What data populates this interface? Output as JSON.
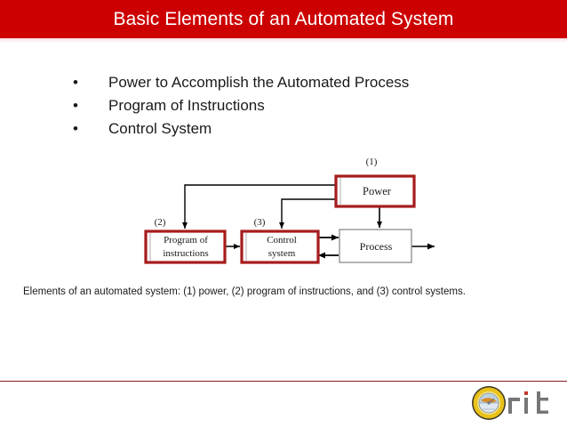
{
  "slide": {
    "header": {
      "title": "Basic Elements of an Automated System",
      "bg_color": "#cc0000",
      "text_color": "#ffffff"
    },
    "bullets": [
      {
        "marker": "•",
        "text": "Power to Accomplish the Automated Process"
      },
      {
        "marker": "•",
        "text": "Program of Instructions"
      },
      {
        "marker": "•",
        "text": "Control System"
      }
    ],
    "caption": "Elements of an automated system: (1) power, (2) program of instructions, and (3) control systems.",
    "footer": {
      "rule_color": "#8a1c28",
      "logo_text": "rit",
      "logo_text_color": "#767676",
      "logo_seal_outer_color": "#e8c21a",
      "logo_seal_inner_color": "#dfe8f0"
    }
  },
  "diagram": {
    "type": "block-flow",
    "accent_box_color": "#a61c1c",
    "plain_box_color": "#808080",
    "line_color": "#000000",
    "nodes": [
      {
        "id": "power",
        "label": "Power",
        "number": "(1)",
        "style": "accent"
      },
      {
        "id": "program",
        "label_line1": "Program of",
        "label_line2": "instructions",
        "number": "(2)",
        "style": "accent"
      },
      {
        "id": "control",
        "label_line1": "Control",
        "label_line2": "system",
        "number": "(3)",
        "style": "accent"
      },
      {
        "id": "process",
        "label": "Process",
        "number": "",
        "style": "plain"
      }
    ],
    "edges": [
      {
        "from": "power",
        "to": "program",
        "kind": "elbow-left-down"
      },
      {
        "from": "power",
        "to": "control",
        "kind": "elbow-left-down"
      },
      {
        "from": "power",
        "to": "process",
        "kind": "straight-down"
      },
      {
        "from": "program",
        "to": "control",
        "kind": "straight-right"
      },
      {
        "from": "control",
        "to": "process",
        "kind": "straight-right"
      },
      {
        "from": "process",
        "to": "control",
        "kind": "feedback-left"
      },
      {
        "from": "process",
        "to": "output",
        "kind": "straight-right"
      }
    ]
  }
}
